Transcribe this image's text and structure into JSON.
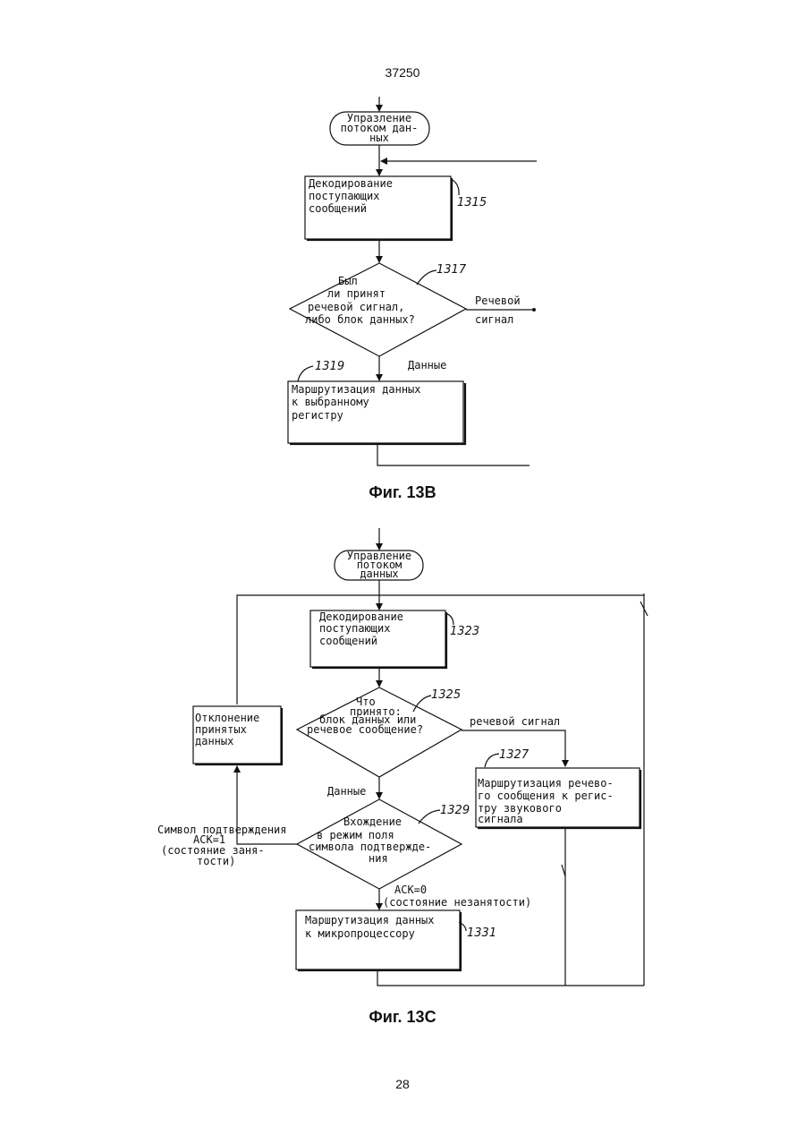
{
  "header": {
    "doc_number": "37250"
  },
  "footer": {
    "page_number": "28"
  },
  "fig13b": {
    "caption": "Фиг. 13В",
    "start": [
      "Упразление",
      "потоком дан-",
      "ных"
    ],
    "decode": {
      "lines": [
        "Декодирование",
        "поступающих",
        "сообщений"
      ],
      "ref": "1315"
    },
    "decision": {
      "lines": [
        "Был",
        "ли принят",
        "речевой сигнал,",
        "либо блок данных?"
      ],
      "ref": "1317"
    },
    "voice_branch": [
      "Речевой",
      "сигнал"
    ],
    "data_branch": "Данные",
    "route": {
      "lines": [
        "Маршрутизация данных",
        "к выбранному",
        "регистру"
      ],
      "ref": "1319"
    }
  },
  "fig13c": {
    "caption": "Фиг. 13С",
    "start": [
      "Управление",
      "потоком",
      "данных"
    ],
    "decode": {
      "lines": [
        "Декодирование",
        "поступающих",
        "сообщений"
      ],
      "ref": "1323"
    },
    "decision1": {
      "lines": [
        "Что",
        "принято:",
        "блок данных или",
        "речевое сообщение?"
      ],
      "ref": "1325"
    },
    "voice_branch": "речевой сигнал",
    "voice_route": {
      "lines": [
        "Маршрутизация речево-",
        "го сообщения к регис-",
        "тру звукового",
        "сигнала"
      ],
      "ref": "1327"
    },
    "reject": {
      "lines": [
        "Отклонение",
        "принятых",
        "данных"
      ]
    },
    "data_branch": "Данные",
    "decision2": {
      "lines": [
        "Вхождение",
        "в режим поля",
        "символа подтвержде-",
        "ния"
      ],
      "ref": "1329"
    },
    "ack1": [
      "Символ подтверждения",
      "ACK=1",
      "(состояние заня-",
      "тости)"
    ],
    "ack0": [
      "ACK=0",
      "(состояние незанятости)"
    ],
    "route": {
      "lines": [
        "Маршрутизация данных",
        "к микропроцессору"
      ],
      "ref": "1331"
    }
  }
}
